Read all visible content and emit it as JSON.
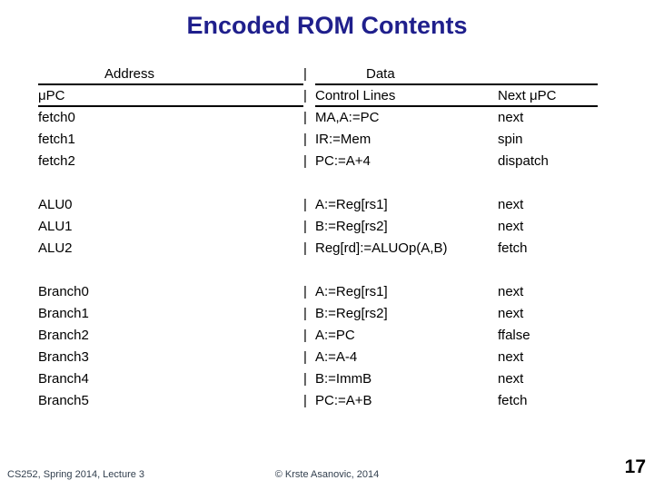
{
  "title": "Encoded ROM Contents",
  "pipe": "|",
  "table": {
    "header1": {
      "address": "Address",
      "data": "Data"
    },
    "header2": {
      "upc": "μPC",
      "control": "Control Lines",
      "next": "Next μPC"
    },
    "groups": [
      {
        "name": "fetch",
        "rows": [
          {
            "addr": "fetch0",
            "data": "MA,A:=PC",
            "next": "next"
          },
          {
            "addr": "fetch1",
            "data": "IR:=Mem",
            "next": "spin"
          },
          {
            "addr": "fetch2",
            "data": "PC:=A+4",
            "next": "dispatch"
          }
        ]
      },
      {
        "name": "alu",
        "rows": [
          {
            "addr": "ALU0",
            "data": "A:=Reg[rs1]",
            "next": "next"
          },
          {
            "addr": "ALU1",
            "data": "B:=Reg[rs2]",
            "next": "next"
          },
          {
            "addr": "ALU2",
            "data": "Reg[rd]:=ALUOp(A,B)",
            "next": "fetch"
          }
        ]
      },
      {
        "name": "branch",
        "rows": [
          {
            "addr": "Branch0",
            "data": "A:=Reg[rs1]",
            "next": "next"
          },
          {
            "addr": "Branch1",
            "data": "B:=Reg[rs2]",
            "next": "next"
          },
          {
            "addr": "Branch2",
            "data": "A:=PC",
            "next": "ffalse"
          },
          {
            "addr": "Branch3",
            "data": "A:=A-4",
            "next": "next"
          },
          {
            "addr": "Branch4",
            "data": "B:=ImmB",
            "next": "next"
          },
          {
            "addr": "Branch5",
            "data": "PC:=A+B",
            "next": "fetch"
          }
        ]
      }
    ]
  },
  "footer": {
    "left": "CS252, Spring 2014, Lecture 3",
    "center": "© Krste Asanovic, 2014",
    "page_number": "17"
  },
  "colors": {
    "title": "#1f1f8c",
    "body_text": "#000000",
    "footer_text": "#33404f",
    "background": "#ffffff"
  }
}
